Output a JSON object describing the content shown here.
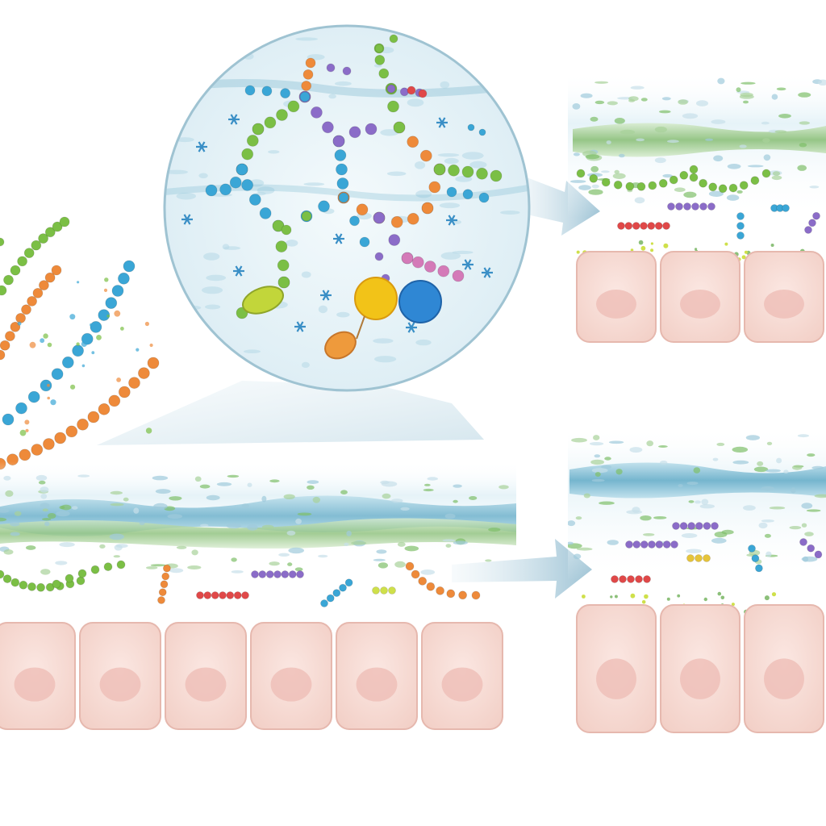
{
  "figure": {
    "panels": [
      {
        "id": "main-tissue-panel",
        "cells": 6
      },
      {
        "id": "top-right-tissue-panel",
        "cells": 3
      },
      {
        "id": "bottom-right-tissue-panel",
        "cells": 3
      }
    ],
    "zoom_inset": {
      "id": "molecular-network-inset"
    },
    "arrows": [
      "arrow-to-top-right-panel",
      "arrow-to-bottom-right-panel"
    ]
  },
  "colors": {
    "mucus_blue": "#8fc6d8",
    "mucus_green": "#8cc07a",
    "cell_fill": "#f6d6cf",
    "cell_border": "#e6b8ae",
    "nucleus": "#efbfb8",
    "chain_green": "#7bbf45",
    "chain_orange": "#ee8a3a",
    "chain_blue": "#3aa6d6",
    "chain_purple": "#8b6cc8",
    "chain_red": "#e04848",
    "chain_pink": "#d47ab8",
    "arrow": "#a9cbda"
  }
}
